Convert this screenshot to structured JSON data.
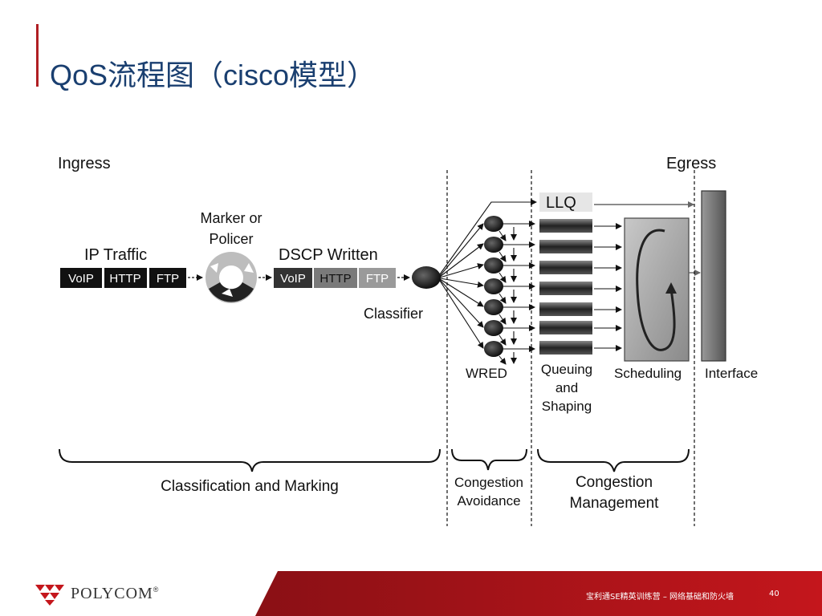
{
  "slide": {
    "title": "QoS流程图（cisco模型）",
    "footer_text": "宝利通SE精英训练营 – 网络基础和防火墙",
    "page_number": "40",
    "logo_text": "POLYCOM",
    "logo_mark": "®",
    "accent_color": "#b01e23"
  },
  "diagram": {
    "ingress": "Ingress",
    "egress": "Egress",
    "ip_traffic": "IP Traffic",
    "marker_line1": "Marker or",
    "marker_line2": "Policer",
    "dscp_written": "DSCP Written",
    "packets_in": [
      "VoIP",
      "HTTP",
      "FTP"
    ],
    "packets_out": [
      "VoIP",
      "HTTP",
      "FTP"
    ],
    "classifier": "Classifier",
    "llq": "LLQ",
    "wred": "WRED",
    "queuing_line1": "Queuing",
    "queuing_line2": "and",
    "queuing_line3": "Shaping",
    "scheduling": "Scheduling",
    "interface": "Interface",
    "section_classification": "Classification and Marking",
    "section_avoid_line1": "Congestion",
    "section_avoid_line2": "Avoidance",
    "section_mgmt_line1": "Congestion",
    "section_mgmt_line2": "Management"
  }
}
